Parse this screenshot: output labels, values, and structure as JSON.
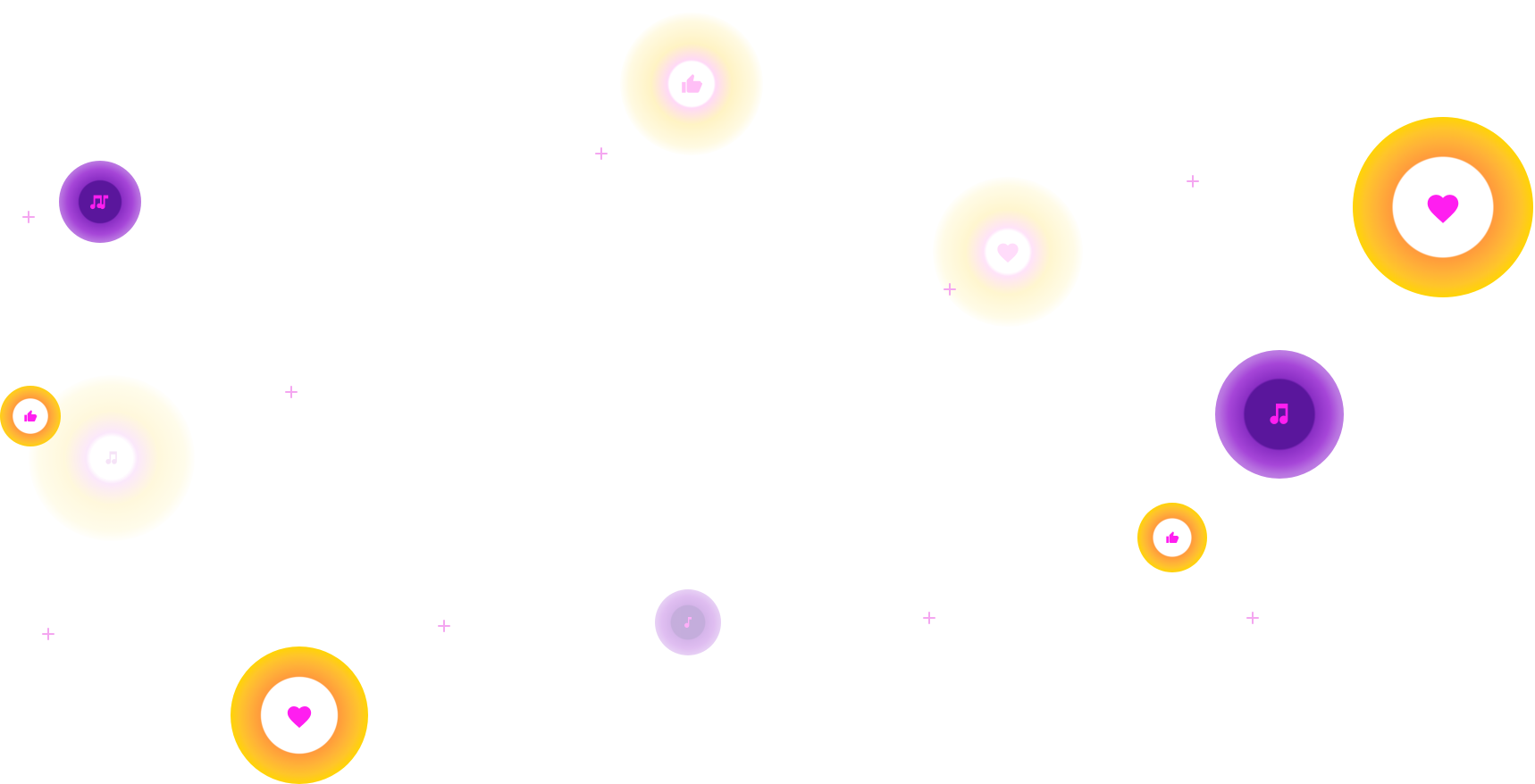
{
  "colors": {
    "accent": "#ff1ef0",
    "warm_outer": "#fff176",
    "warm_mid": "#ffd600",
    "warm_core": "#ff9d3a",
    "purple_outer": "#d3b5f0",
    "purple_mid": "#a646d8",
    "purple_core": "#5a169c"
  },
  "reactions": [
    {
      "kind": "heart",
      "icon": "heart-icon",
      "theme": "warm"
    },
    {
      "kind": "heart",
      "icon": "heart-icon",
      "theme": "warm"
    },
    {
      "kind": "music",
      "icon": "music-note-icon",
      "theme": "purple"
    },
    {
      "kind": "music",
      "icon": "music-notes-icon",
      "theme": "purple"
    },
    {
      "kind": "music",
      "icon": "music-note-icon",
      "theme": "purple"
    },
    {
      "kind": "like",
      "icon": "thumbs-up-icon",
      "theme": "warm"
    },
    {
      "kind": "like",
      "icon": "thumbs-up-icon",
      "theme": "warm"
    }
  ]
}
